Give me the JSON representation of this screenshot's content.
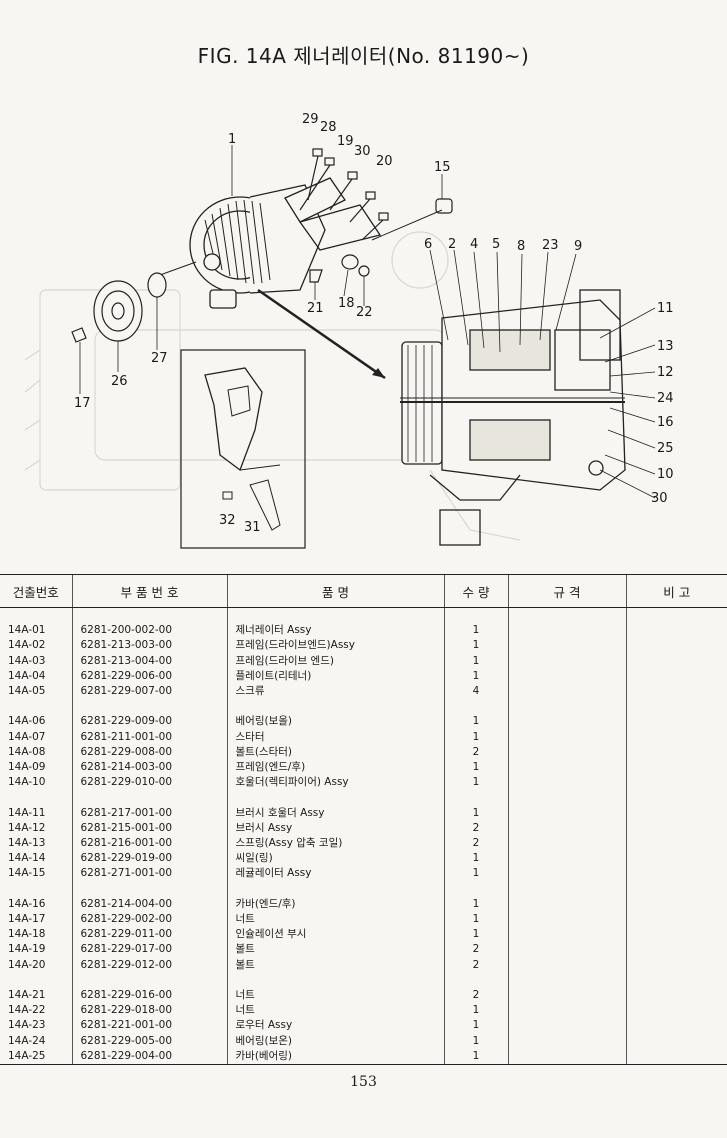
{
  "figure": {
    "title": "FIG. 14A 제너레이터(No. 81190~)",
    "callouts": [
      "1",
      "2",
      "4",
      "5",
      "6",
      "8",
      "9",
      "11",
      "12",
      "13",
      "15",
      "16",
      "17",
      "18",
      "19",
      "20",
      "21",
      "22",
      "23",
      "24",
      "25",
      "26",
      "27",
      "28",
      "29",
      "30",
      "31",
      "32",
      "10",
      "30"
    ]
  },
  "table": {
    "headers": [
      "건출번호",
      "부 품 번 호",
      "품 명",
      "수 량",
      "규 격",
      "비 고"
    ],
    "rows": [
      {
        "no": "14A-01",
        "part": "6281-200-002-00",
        "name": "제너레이터 Assy",
        "qty": "1"
      },
      {
        "no": "14A-02",
        "part": "6281-213-003-00",
        "name": "프레임(드라이브엔드)Assy",
        "qty": "1"
      },
      {
        "no": "14A-03",
        "part": "6281-213-004-00",
        "name": "프레임(드라이브 엔드)",
        "qty": "1"
      },
      {
        "no": "14A-04",
        "part": "6281-229-006-00",
        "name": "플레이트(리테너)",
        "qty": "1"
      },
      {
        "no": "14A-05",
        "part": "6281-229-007-00",
        "name": "스크류",
        "qty": "4"
      },
      {
        "no": "14A-06",
        "part": "6281-229-009-00",
        "name": "베어링(보올)",
        "qty": "1"
      },
      {
        "no": "14A-07",
        "part": "6281-211-001-00",
        "name": "스타터",
        "qty": "1"
      },
      {
        "no": "14A-08",
        "part": "6281-229-008-00",
        "name": "볼트(스타터)",
        "qty": "2"
      },
      {
        "no": "14A-09",
        "part": "6281-214-003-00",
        "name": "프레임(엔드/후)",
        "qty": "1"
      },
      {
        "no": "14A-10",
        "part": "6281-229-010-00",
        "name": "호울더(렉티파이어) Assy",
        "qty": "1"
      },
      {
        "no": "14A-11",
        "part": "6281-217-001-00",
        "name": "브러시 호울더 Assy",
        "qty": "1"
      },
      {
        "no": "14A-12",
        "part": "6281-215-001-00",
        "name": "브러시 Assy",
        "qty": "2"
      },
      {
        "no": "14A-13",
        "part": "6281-216-001-00",
        "name": "스프링(Assy 압축 코일)",
        "qty": "2"
      },
      {
        "no": "14A-14",
        "part": "6281-229-019-00",
        "name": "씨일(링)",
        "qty": "1"
      },
      {
        "no": "14A-15",
        "part": "6281-271-001-00",
        "name": "레귤레이터 Assy",
        "qty": "1"
      },
      {
        "no": "14A-16",
        "part": "6281-214-004-00",
        "name": "카바(엔드/후)",
        "qty": "1"
      },
      {
        "no": "14A-17",
        "part": "6281-229-002-00",
        "name": "너트",
        "qty": "1"
      },
      {
        "no": "14A-18",
        "part": "6281-229-011-00",
        "name": "인슐레이션 부시",
        "qty": "1"
      },
      {
        "no": "14A-19",
        "part": "6281-229-017-00",
        "name": "볼트",
        "qty": "2"
      },
      {
        "no": "14A-20",
        "part": "6281-229-012-00",
        "name": "볼트",
        "qty": "2"
      },
      {
        "no": "14A-21",
        "part": "6281-229-016-00",
        "name": "너트",
        "qty": "2"
      },
      {
        "no": "14A-22",
        "part": "6281-229-018-00",
        "name": "너트",
        "qty": "1"
      },
      {
        "no": "14A-23",
        "part": "6281-221-001-00",
        "name": "로우터 Assy",
        "qty": "1"
      },
      {
        "no": "14A-24",
        "part": "6281-229-005-00",
        "name": "베어링(보온)",
        "qty": "1"
      },
      {
        "no": "14A-25",
        "part": "6281-229-004-00",
        "name": "카바(베어링)",
        "qty": "1"
      }
    ]
  },
  "page_number": "153"
}
